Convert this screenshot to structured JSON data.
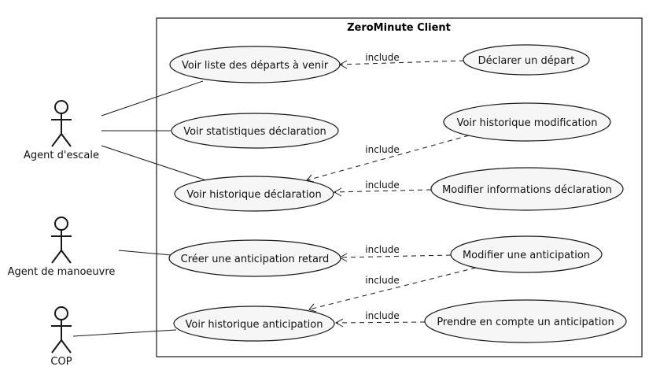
{
  "system": {
    "title": "ZeroMinute Client"
  },
  "actors": {
    "agent_escale": "Agent d'escale",
    "agent_manoeuvre": "Agent de manoeuvre",
    "cop": "COP"
  },
  "use_cases": {
    "voir_liste_departs": "Voir liste des départs à venir",
    "declarer_depart": "Déclarer un départ",
    "voir_statistiques": "Voir statistiques déclaration",
    "voir_historique_modification": "Voir historique modification",
    "voir_historique_declaration": "Voir historique déclaration",
    "modifier_informations": "Modifier informations déclaration",
    "creer_anticipation": "Créer une anticipation retard",
    "modifier_anticipation": "Modifier une anticipation",
    "voir_historique_anticipation": "Voir historique anticipation",
    "prendre_en_compte": "Prendre en compte un anticipation"
  },
  "relations": {
    "include_label": "include"
  }
}
